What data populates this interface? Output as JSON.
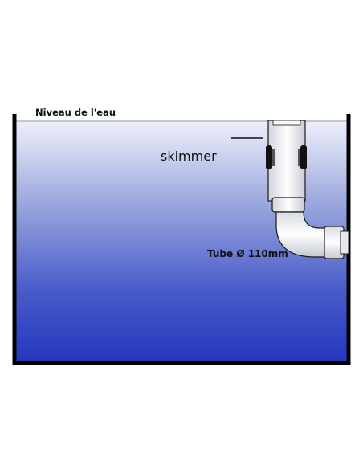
{
  "labels": {
    "water_level": "Niveau de l'eau",
    "skimmer": "skimmer",
    "tube": "Tube Ø 110mm"
  },
  "colors": {
    "water_top": "#eef1fa",
    "water_mid": "#6f7fd0",
    "water_bottom": "#2a3dc0",
    "tank_wall": "#000000",
    "pipe": "#f2f2f2",
    "pipe_outline": "#1a1a1a"
  }
}
